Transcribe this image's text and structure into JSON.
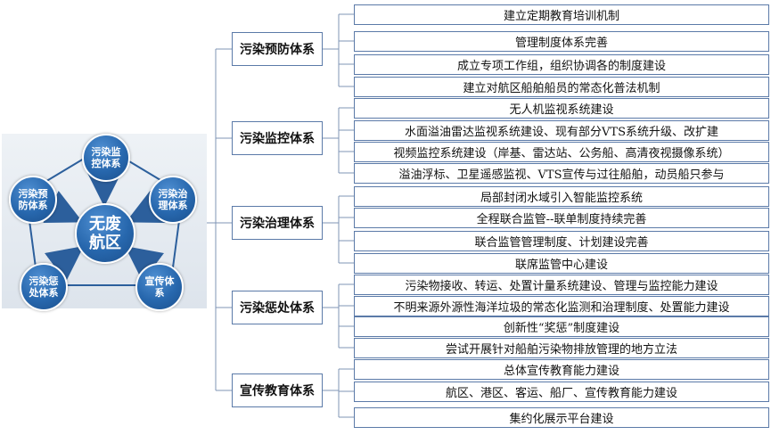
{
  "center_label": "无废航区",
  "pentagon": {
    "top": "污染监控体系",
    "left": "污染预防体系",
    "right": "污染治理体系",
    "bottom_left": "污染惩处体系",
    "bottom_right": "宣传体系"
  },
  "categories": [
    {
      "label": "污染预防体系",
      "items": [
        "建立定期教育培训机制",
        "管理制度体系完善",
        "成立专项工作组，组织协调各的制度建设",
        "建立对航区船舶船员的常态化普法机制"
      ]
    },
    {
      "label": "污染监控体系",
      "items": [
        "无人机监视系统建设",
        "水面溢油雷达监视系统建设、现有部分VTS系统升级、改扩建",
        "视频监控系统建设（岸基、雷达站、公务船、高清夜视摄像系统）",
        "溢油浮标、卫星遥感监视、VTS宣传与过往船舶，动员船只参与"
      ]
    },
    {
      "label": "污染治理体系",
      "items": [
        "局部封闭水域引入智能监控系统",
        "全程联合监管--联单制度持续完善",
        "联合监管管理制度、计划建设完善",
        "联席监管中心建设"
      ]
    },
    {
      "label": "污染惩处体系",
      "items": [
        "污染物接收、转运、处置计量系统建设、管理与监控能力建设",
        "不明来源外源性海洋垃圾的常态化监测和治理制度、处置能力建设",
        "创新性“奖惩”制度建设",
        "尝试开展针对船舶污染物排放管理的地方立法"
      ]
    },
    {
      "label": "宣传教育体系",
      "items": [
        "总体宣传教育能力建设",
        "航区、港区、客运、船厂、宣传教育能力建设",
        "集约化展示平台建设"
      ]
    }
  ]
}
